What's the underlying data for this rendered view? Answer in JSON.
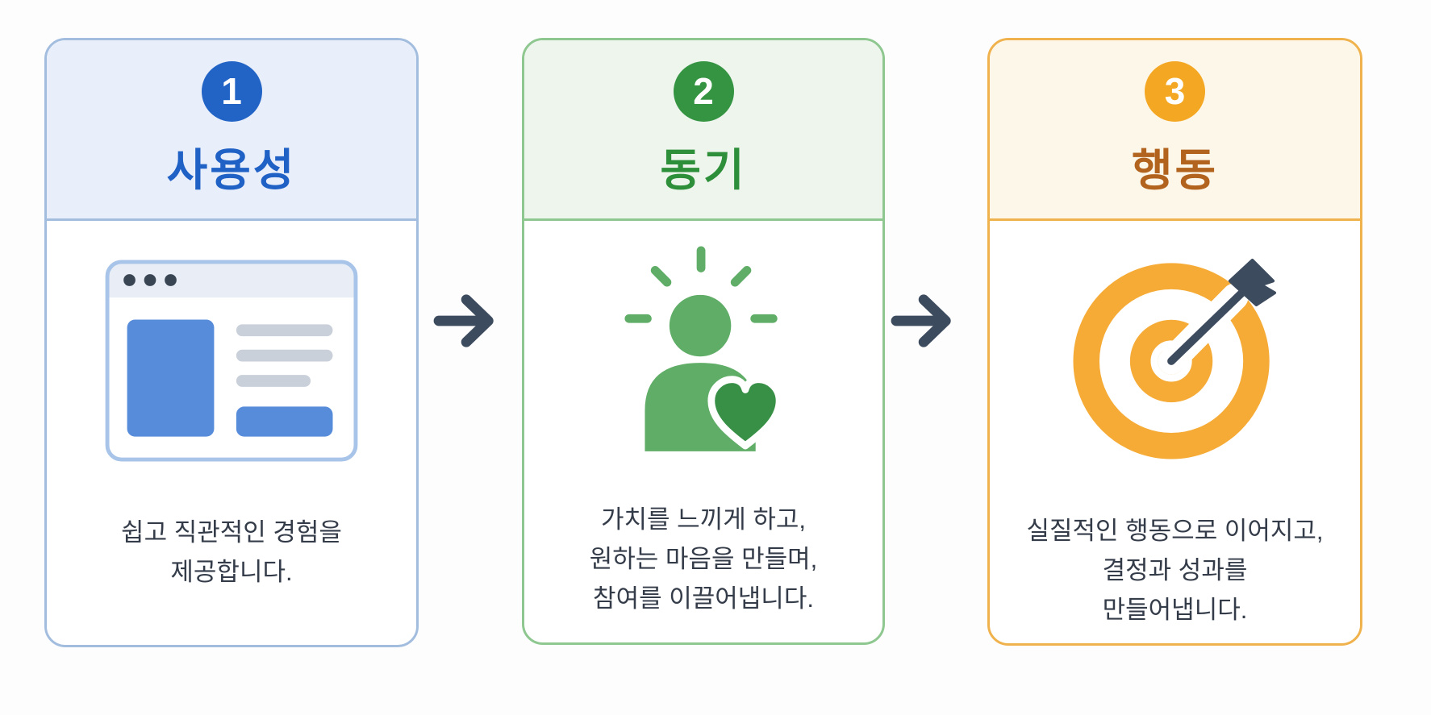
{
  "page_background": "#fdfdfe",
  "text_color": "#343c49",
  "arrow_color": "#3d4b5e",
  "steps": [
    {
      "number": "1",
      "title": "사용성",
      "description_lines": [
        "쉽고 직관적인 경험을",
        "제공합니다."
      ],
      "icon": "browser-window-icon",
      "colors": {
        "border": "#a3bddf",
        "header_bg": "#e9effa",
        "badge_bg": "#2264c6",
        "title": "#2061c6",
        "icon_frame": "#a8c4e8",
        "icon_topbar": "#e9eef6",
        "icon_dots": "#3a4554",
        "icon_primary": "#578cdb",
        "icon_muted": "#c9d0da"
      }
    },
    {
      "number": "2",
      "title": "동기",
      "description_lines": [
        "가치를 느끼게 하고,",
        "원하는 마음을 만들며,",
        "참여를 이끌어냅니다."
      ],
      "icon": "motivated-person-icon",
      "colors": {
        "border": "#8ec78f",
        "header_bg": "#edf5ed",
        "badge_bg": "#349442",
        "title": "#2e8f3a",
        "icon_primary": "#5fad66",
        "icon_dark": "#389047"
      }
    },
    {
      "number": "3",
      "title": "행동",
      "description_lines": [
        "실질적인 행동으로 이어지고,",
        "결정과 성과를",
        "만들어냅니다."
      ],
      "icon": "target-arrow-icon",
      "colors": {
        "border": "#f0b24d",
        "header_bg": "#fdf7e9",
        "badge_bg": "#f4a722",
        "title": "#b2641f",
        "icon_primary": "#f5ab36",
        "icon_dark": "#3d4b5e"
      }
    }
  ]
}
